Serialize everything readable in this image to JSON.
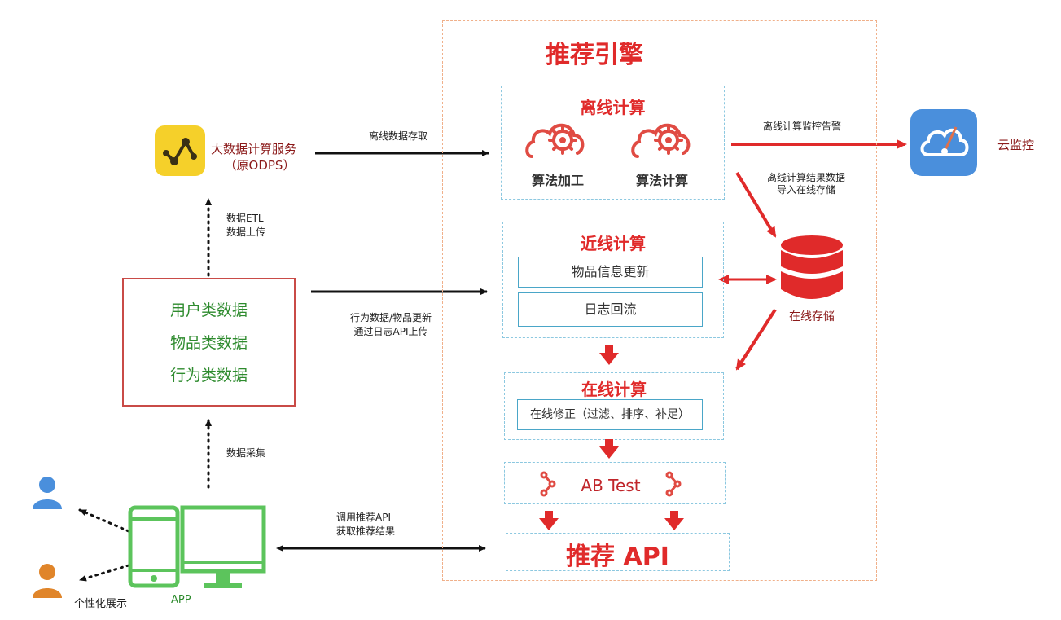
{
  "engine": {
    "title": "推荐引擎"
  },
  "offline": {
    "title": "离线计算",
    "item1": "算法加工",
    "item2": "算法计算"
  },
  "nearline": {
    "title": "近线计算",
    "box1": "物品信息更新",
    "box2": "日志回流"
  },
  "online": {
    "title": "在线计算",
    "box1": "在线修正（过滤、排序、补足）"
  },
  "abtest": {
    "label": "AB Test"
  },
  "api": {
    "label": "推荐 API"
  },
  "bigdata": {
    "line1": "大数据计算服务",
    "line2": "（原ODPS）"
  },
  "cloud_monitor": {
    "label": "云监控"
  },
  "storage": {
    "label": "在线存储"
  },
  "data_types": {
    "user": "用户类数据",
    "item": "物品类数据",
    "behavior": "行为类数据"
  },
  "app": {
    "label": "APP"
  },
  "personalized": {
    "label": "个性化展示"
  },
  "edges": {
    "offline_access": "离线数据存取",
    "etl_line1": "数据ETL",
    "etl_line2": "数据上传",
    "behavior_line1": "行为数据/物品更新",
    "behavior_line2": "通过日志API上传",
    "collect": "数据采集",
    "api_line1": "调用推荐API",
    "api_line2": "获取推荐结果",
    "monitor_alert": "离线计算监控告警",
    "import_line1": "离线计算结果数据",
    "import_line2": "导入在线存储"
  },
  "icons": {
    "bigdata": "chart-line-icon",
    "cloud_monitor": "cloud-gauge-icon",
    "storage": "database-icon",
    "offline_algo": "cloud-gear-icon",
    "ab": "split-icon",
    "user": "user-icon",
    "app": "phone-monitor-icon"
  },
  "colors": {
    "red": "#e02a2a",
    "green": "#2e8b2e",
    "blue": "#4a8fdc",
    "yellow": "#f5d02a",
    "box_red": "#c94b47",
    "device_green": "#5cc45c"
  }
}
